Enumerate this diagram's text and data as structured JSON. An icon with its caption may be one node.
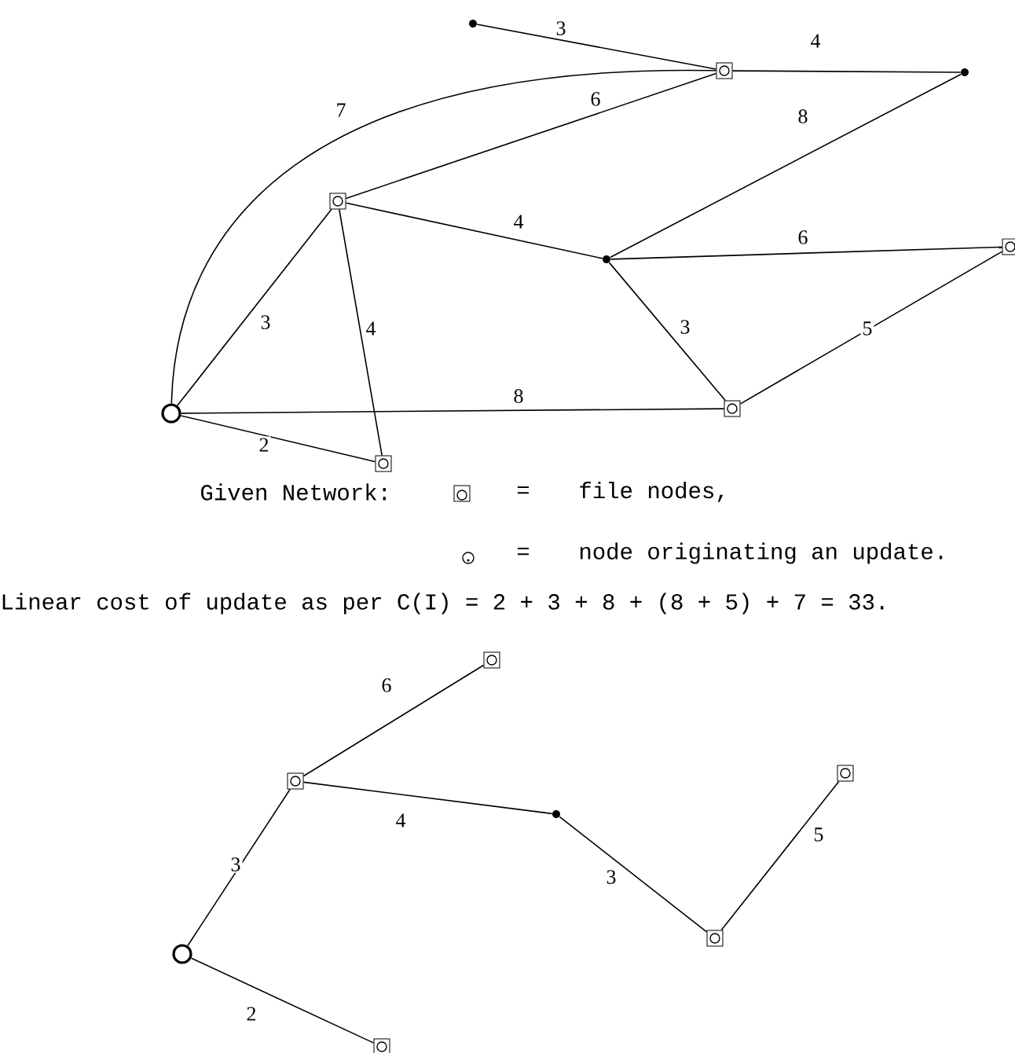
{
  "diagram": {
    "nodes": [
      {
        "text": [],
        "shape": "dot"
      },
      {
        "text": [],
        "shape": "box"
      },
      {
        "text": [],
        "shape": "dot"
      },
      {
        "text": [],
        "shape": "box"
      },
      {
        "text": [],
        "shape": "dot"
      },
      {
        "text": [],
        "shape": "box"
      },
      {
        "text": [],
        "shape": "circle"
      },
      {
        "text": [],
        "shape": "box"
      },
      {
        "text": [],
        "shape": "box"
      },
      {
        "text": [],
        "shape": "box"
      },
      {
        "text": [],
        "shape": "box"
      },
      {
        "text": [],
        "shape": "dot"
      },
      {
        "text": [],
        "shape": "box"
      },
      {
        "text": [],
        "shape": "circle"
      },
      {
        "text": [],
        "shape": "box"
      },
      {
        "text": [],
        "shape": "box"
      }
    ],
    "edges": [
      {
        "from": 0,
        "to": 1,
        "arrow": "none",
        "label": "3"
      },
      {
        "from": 1,
        "to": 2,
        "arrow": "none",
        "label": "4"
      },
      {
        "from": 6,
        "to": 1,
        "arrow": "none",
        "label": "7"
      },
      {
        "from": 3,
        "to": 1,
        "arrow": "none",
        "label": "6"
      },
      {
        "from": 2,
        "to": 4,
        "arrow": "none",
        "label": "8"
      },
      {
        "from": 3,
        "to": 4,
        "arrow": "none",
        "label": "4"
      },
      {
        "from": 4,
        "to": 5,
        "arrow": "none",
        "label": "6"
      },
      {
        "from": 3,
        "to": 6,
        "arrow": "none",
        "label": "3"
      },
      {
        "from": 3,
        "to": 8,
        "arrow": "none",
        "label": "4"
      },
      {
        "from": 4,
        "to": 7,
        "arrow": "none",
        "label": "3"
      },
      {
        "from": 7,
        "to": 5,
        "arrow": "none",
        "label": "5"
      },
      {
        "from": 6,
        "to": 7,
        "arrow": "none",
        "label": "8"
      },
      {
        "from": 6,
        "to": 8,
        "arrow": "none",
        "label": "2"
      },
      {
        "from": 10,
        "to": 9,
        "arrow": "none",
        "label": "6"
      },
      {
        "from": 10,
        "to": 11,
        "arrow": "none",
        "label": "4"
      },
      {
        "from": 11,
        "to": 14,
        "arrow": "none",
        "label": "3"
      },
      {
        "from": 14,
        "to": 12,
        "arrow": "none",
        "label": "5"
      },
      {
        "from": 13,
        "to": 10,
        "arrow": "none",
        "label": "3"
      },
      {
        "from": 13,
        "to": 15,
        "arrow": "none",
        "label": "2"
      }
    ],
    "labels": [
      "Given Network:",
      "=",
      "=",
      "Linear cost of update as per C(I) = 2 + 3 + 8 + (8 + 5) + 7 = 33."
    ],
    "legend": [
      {
        "text": "file nodes,"
      },
      {
        "text": "node originating an update."
      }
    ]
  }
}
